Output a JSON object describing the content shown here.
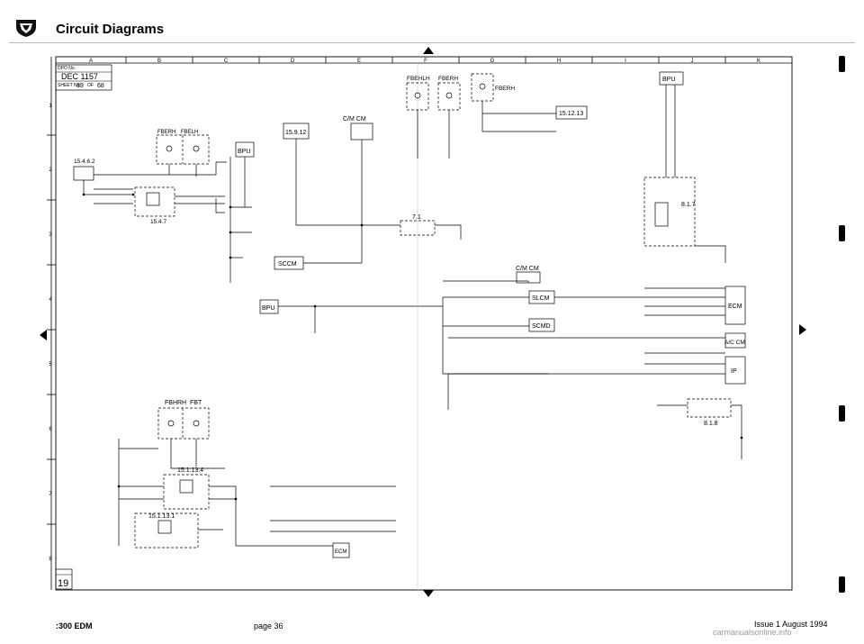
{
  "header": {
    "title": "Circuit Diagrams"
  },
  "footer": {
    "model": ":300 EDM",
    "page": "page 36",
    "issue": "Issue 1 August 1994",
    "watermark": "carmanualsonline.info"
  },
  "sheet": {
    "dpo_label": "DPO No.",
    "dpo": "DEC 1157",
    "sheet_label": "SHEET No.",
    "sheet_no": "39",
    "sheet_of_label": "OF",
    "sheet_total": "68",
    "figure_no": "19",
    "columns": [
      "A",
      "B",
      "C",
      "D",
      "E",
      "F",
      "G",
      "H",
      "I",
      "J",
      "K"
    ],
    "rows": [
      "1",
      "2",
      "3",
      "4",
      "5",
      "6",
      "7",
      "8"
    ]
  },
  "modules": {
    "bpu_left": "BPU",
    "bpu_mid": "BPU",
    "bpu_right": "BPU",
    "ref_15_4_6_2": "15.4.6.2",
    "ref_15_4_7": "15.4.7",
    "ref_15_9_12": "15.9.12",
    "cim_cm_top": "C/M CM",
    "cim_cm_mid": "C/M CM",
    "ref_15_12_13": "15.12.13",
    "fbehlh": "FBEHLH",
    "fberh_top": "FBERH",
    "fberh_right": "FBERH",
    "fberh_left": "FBERH",
    "fbelh_left": "FBELH",
    "sccm": "SCCM",
    "ref_7_1": "7.1",
    "slcm": "SLCM",
    "scmd": "SCMD",
    "ecm_right": "ECM",
    "ac_cm": "A/C CM",
    "ip": "IP",
    "ref_8_1_7": "8.1.7",
    "ref_8_1_8": "8.1.8",
    "fbhrh": "FBHRH",
    "fbt": "FBT",
    "ref_15_1_13_4": "15.1.13.4",
    "ref_15_1_13_1": "15.1.13.1",
    "ecm_bottom": "ECM"
  }
}
